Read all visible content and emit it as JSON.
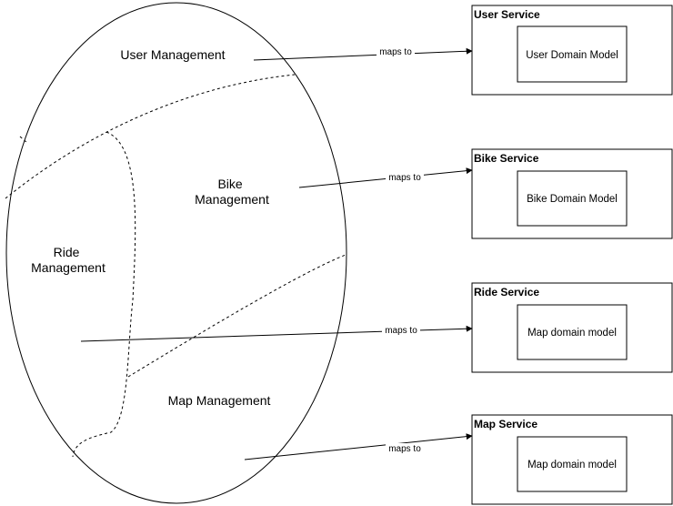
{
  "regions": {
    "user": [
      "User Management"
    ],
    "bike": [
      "Bike",
      "Management"
    ],
    "ride": [
      "Ride",
      "Management"
    ],
    "map": [
      "Map Management"
    ]
  },
  "services": [
    {
      "title": "User Service",
      "model": "User Domain Model"
    },
    {
      "title": "Bike Service",
      "model": "Bike Domain Model"
    },
    {
      "title": "Ride Service",
      "model": "Map domain model"
    },
    {
      "title": "Map Service",
      "model": "Map domain model"
    }
  ],
  "edge_label": "maps to"
}
